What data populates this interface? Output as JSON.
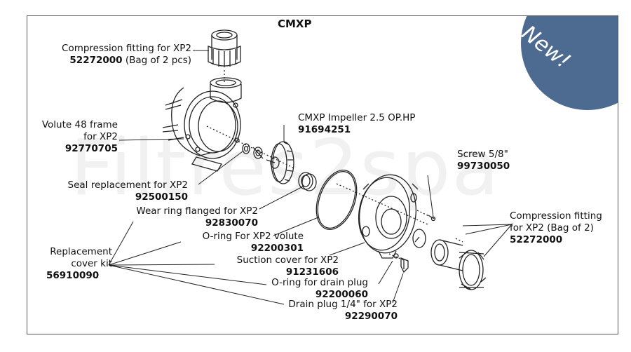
{
  "diagram": {
    "title": "CMXP",
    "watermark": "Filtres2spa",
    "badge": "New!",
    "colors": {
      "badge": "#4d6b91",
      "line": "#222222"
    },
    "labels": {
      "compression_top": {
        "line1": "Compression fitting for XP2",
        "num": "52272000",
        "suffix": " (Bag of 2 pcs)"
      },
      "volute": {
        "line1": "Volute 48 frame",
        "line2": "for XP2",
        "num": "92770705"
      },
      "impeller": {
        "line1": "CMXP Impeller 2.5 OP.HP",
        "num": "91694251"
      },
      "seal": {
        "line1": "Seal replacement for XP2",
        "num": "92500150"
      },
      "wear_ring": {
        "line1": "Wear ring flanged for XP2",
        "num": "92830070"
      },
      "oring_volute": {
        "line1": "O-ring For XP2 volute",
        "num": "92200301"
      },
      "cover_kit": {
        "line1": "Replacement",
        "line2": "cover kit",
        "num": "56910090"
      },
      "suction_cover": {
        "line1": "Suction cover for XP2",
        "num": "91231606"
      },
      "oring_drain": {
        "line1": "O-ring for drain plug",
        "num": "92200060"
      },
      "drain_plug": {
        "line1": "Drain plug 1/4\" for XP2",
        "num": "92290070"
      },
      "screw": {
        "line1": "Screw 5/8\"",
        "num": "99730050"
      },
      "compression_right": {
        "line1": "Compression fitting",
        "line2": "for XP2 (Bag of 2)",
        "num": "52272000"
      }
    }
  }
}
